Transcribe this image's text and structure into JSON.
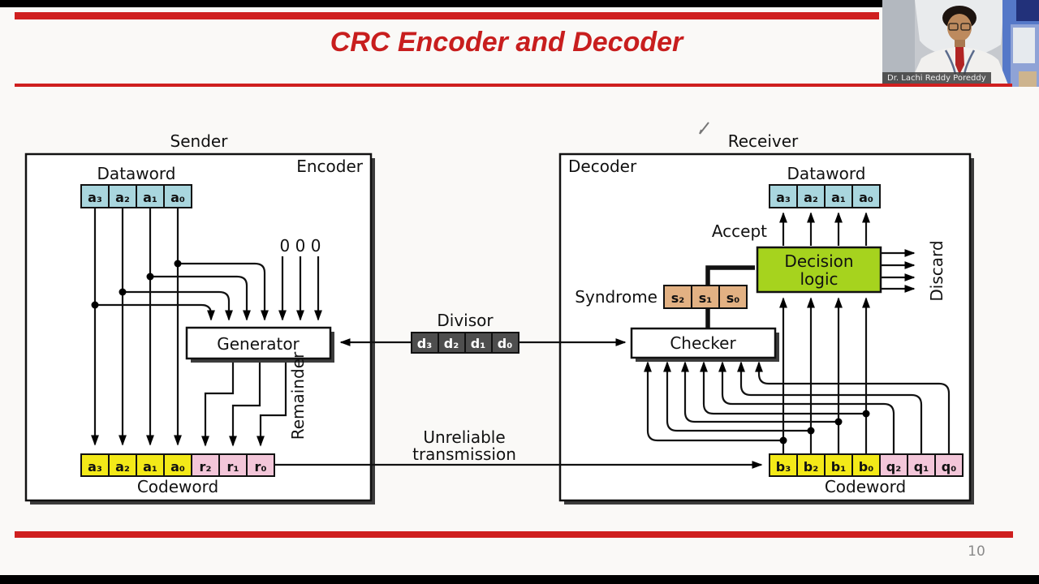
{
  "slide": {
    "title": "CRC Encoder and Decoder",
    "page_number": "10",
    "colors": {
      "accent_red": "#cf1f1f",
      "cell_blue": "#a9d6de",
      "cell_yellow": "#f3e918",
      "cell_pink": "#f3c6d9",
      "cell_tan": "#e2b183",
      "cell_dark_gray": "#4e4e4e",
      "decision_green": "#a6d31e"
    }
  },
  "webcam": {
    "name_label": "Dr. Lachi Reddy Poreddy"
  },
  "diagram": {
    "sender": {
      "label": "Sender",
      "box_label": "Encoder",
      "dataword_label": "Dataword",
      "dataword_cells": [
        "a₃",
        "a₂",
        "a₁",
        "a₀"
      ],
      "zeros": "0 0 0",
      "generator_label": "Generator",
      "remainder_label": "Remainder",
      "codeword_label": "Codeword",
      "codeword_cells": [
        "a₃",
        "a₂",
        "a₁",
        "a₀",
        "r₂",
        "r₁",
        "r₀"
      ]
    },
    "channel": {
      "divisor_label": "Divisor",
      "divisor_cells": [
        "d₃",
        "d₂",
        "d₁",
        "d₀"
      ],
      "transmission_line1": "Unreliable",
      "transmission_line2": "transmission"
    },
    "receiver": {
      "label": "Receiver",
      "box_label": "Decoder",
      "dataword_label": "Dataword",
      "dataword_cells": [
        "a₃",
        "a₂",
        "a₁",
        "a₀"
      ],
      "accept_label": "Accept",
      "decision_line1": "Decision",
      "decision_line2": "logic",
      "discard_label": "Discard",
      "syndrome_label": "Syndrome",
      "syndrome_cells": [
        "s₂",
        "s₁",
        "s₀"
      ],
      "checker_label": "Checker",
      "codeword_label": "Codeword",
      "codeword_cells": [
        "b₃",
        "b₂",
        "b₁",
        "b₀",
        "q₂",
        "q₁",
        "q₀"
      ]
    }
  }
}
